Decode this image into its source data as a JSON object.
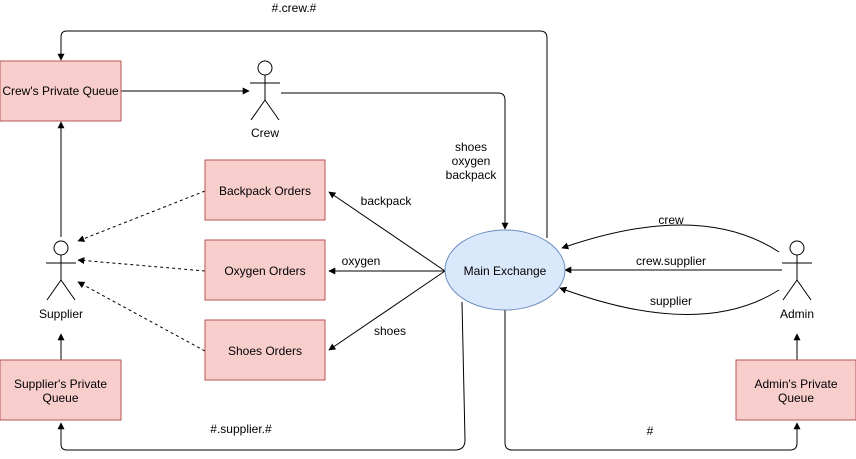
{
  "nodes": {
    "crew_queue": "Crew's Private Queue",
    "backpack_orders": "Backpack Orders",
    "oxygen_orders": "Oxygen Orders",
    "shoes_orders": "Shoes Orders",
    "supplier_queue_line1": "Supplier's Private",
    "supplier_queue_line2": "Queue",
    "admin_queue_line1": "Admin's Private",
    "admin_queue_line2": "Queue",
    "main_exchange": "Main Exchange"
  },
  "actors": {
    "crew": "Crew",
    "supplier": "Supplier",
    "admin": "Admin"
  },
  "edges": {
    "crew_binding": "#.crew.#",
    "supplier_binding": "#.supplier.#",
    "admin_binding": "#",
    "crew_publish_1": "shoes",
    "crew_publish_2": "oxygen",
    "crew_publish_3": "backpack",
    "to_backpack": "backpack",
    "to_oxygen": "oxygen",
    "to_shoes": "shoes",
    "admin_crew": "crew",
    "admin_crew_supplier": "crew.supplier",
    "admin_supplier": "supplier"
  }
}
